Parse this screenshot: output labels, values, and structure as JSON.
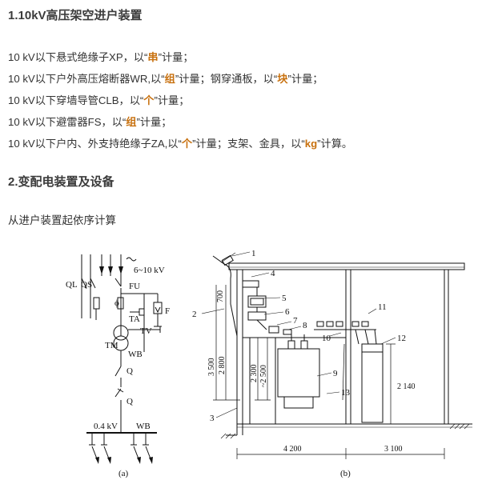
{
  "section1": {
    "title": "1.10kV高压架空进户装置"
  },
  "lines": [
    {
      "pre": "10 kV以下悬式绝缘子XP，以“",
      "hl": "串",
      "mid": "”计量；",
      "hl2": "",
      "post": ""
    },
    {
      "pre": "10 kV以下户外高压熔断器WR,以“",
      "hl": "组",
      "mid": "”计量；钢穿通板，以“",
      "hl2": "块",
      "post": "”计量；"
    },
    {
      "pre": "10 kV以下穿墙导管CLB，以“",
      "hl": "个",
      "mid": "”计量；",
      "hl2": "",
      "post": ""
    },
    {
      "pre": "10 kV以下避雷器FS，以“",
      "hl": "组",
      "mid": "”计量；",
      "hl2": "",
      "post": ""
    },
    {
      "pre": "10 kV以下户内、外支持绝缘子ZA,以“",
      "hl": "个",
      "mid": "”计量；支架、金具，以“",
      "hl2": "kg",
      "post": "”计算。"
    }
  ],
  "section2": {
    "title": "2.变配电装置及设备"
  },
  "intro": "从进户装置起依序计算",
  "colors": {
    "highlight": "#c8710f",
    "text": "#333333",
    "drawing": "#111111"
  },
  "diagram_a": {
    "voltage_label": "6~10 kV",
    "labels": {
      "ql": "QL",
      "qs": "QS",
      "fu": "FU",
      "phi": "ϕ",
      "ta": "TA",
      "tv": "TV",
      "f": "F",
      "tm": "TM",
      "wb_top": "WB",
      "q1": "Q",
      "q2": "Q",
      "lv": "0.4 kV",
      "wb_bottom": "WB"
    },
    "caption": "(a)"
  },
  "diagram_b": {
    "callouts": [
      "1",
      "2",
      "3",
      "4",
      "5",
      "6",
      "7",
      "8",
      "9",
      "10",
      "11",
      "12",
      "13"
    ],
    "dims": {
      "d700": "700",
      "d3500": "3 500",
      "d2800": "2 800",
      "d2300": "2 300",
      "d2500": "~2 500",
      "d2140": "2 140",
      "d4200": "4 200",
      "d3100": "3 100"
    },
    "caption": "(b)"
  }
}
